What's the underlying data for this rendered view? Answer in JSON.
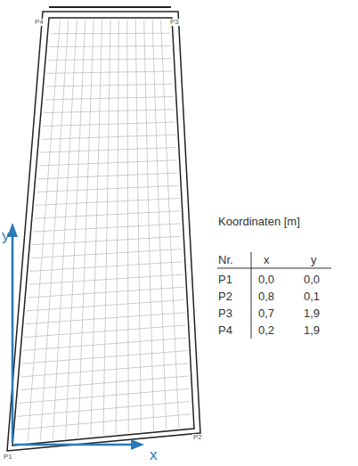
{
  "diagram": {
    "labels": [
      "P4",
      "P3",
      "y",
      "x",
      "P1",
      "P2",
      "Koordinaten [m]",
      "Nr.",
      "x",
      "y",
      "P1",
      "0,0",
      "0,0",
      "P2",
      "0,8",
      "0,1",
      "P3",
      "0,7",
      "1,9",
      "P4",
      "0,2",
      "1,9"
    ]
  }
}
